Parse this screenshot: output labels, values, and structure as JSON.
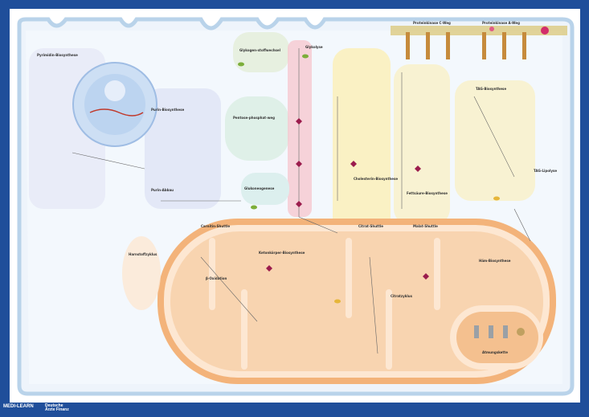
{
  "brand": {
    "logo_text": "MEDI-LEARN",
    "tagline_line1": "Deutsche",
    "tagline_line2": "Ärzte Finanz",
    "colors": {
      "frame": "#1f4e9a",
      "logo": "#ffffff"
    }
  },
  "labels": {
    "pyrimidine": "Pyrimidin-Biosynthese",
    "purine": "Purin-Biosynthese",
    "purine_salvage": "Purin-Abbau",
    "pentose": "Pentose-phosphat-weg",
    "glycogen": "Glykogen-stoffwechsel",
    "glycolysis": "Glykolyse",
    "gluconeogenesis": "Glukoneogenese",
    "proteinkinase_c": "Proteinkinase C-Weg",
    "proteinkinase_a": "Proteinkinase A-Weg",
    "cholesterol": "Cholesterin-Biosynthese",
    "fatty_acid": "Fettsäure-Biosynthese",
    "tag": "TAG-Biosynthese",
    "tag_lipolysis": "TAG-Lipolyse",
    "carnitine": "Carnitin-Shuttle",
    "citrate_shuttle": "Citrat-Shuttle",
    "malate_shuttle": "Malat-Shuttle",
    "urea": "Harnstoffzyklus",
    "beta_ox": "β-Oxidation",
    "ketone": "Ketonkörper-Biosynthese",
    "citrate_cycle": "Citratzyklus",
    "heme": "Häm-Biosynthese",
    "oxphos": "Atmungskette"
  },
  "colors": {
    "cell": "#eef4fb",
    "membrane": "#b9d3ea",
    "mito_outer": "#f3b37a",
    "mito_inner": "#f6c79c",
    "mito_fill": "#f8d4b0",
    "nucleus": "#bcd4f0",
    "glycolysis_band": "#f6c8d0",
    "lipid_band": "#fbefb5",
    "pentose_zone": "#dff0e8",
    "purine_zone": "#dfe3f5"
  }
}
